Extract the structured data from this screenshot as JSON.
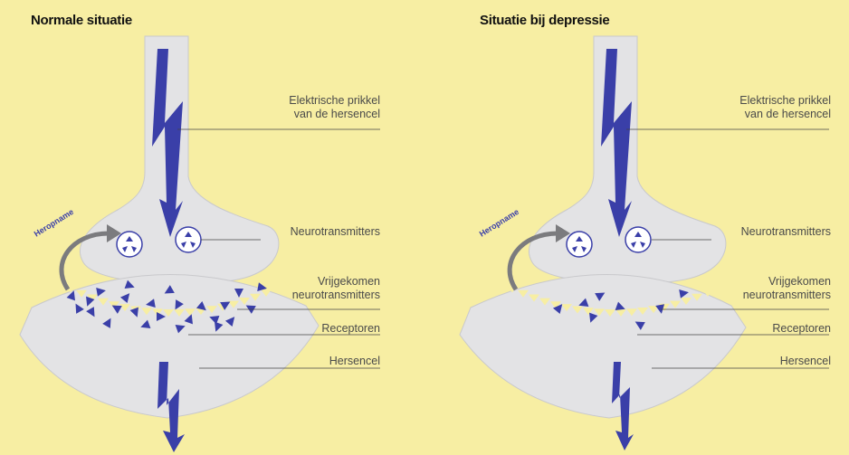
{
  "panels": [
    {
      "title": "Normale situatie",
      "labels": {
        "pulse": [
          "Elektrische prikkel",
          "van de hersencel"
        ],
        "neurotransmitters": "Neurotransmitters",
        "released": [
          "Vrijgekomen",
          "neurotransmitters"
        ],
        "receptors": "Receptoren",
        "brain_cell": "Hersencel",
        "reuptake": "Heropname"
      },
      "state": "normal"
    },
    {
      "title": "Situatie bij depressie",
      "labels": {
        "pulse": [
          "Elektrische prikkel",
          "van de hersencel"
        ],
        "neurotransmitters": "Neurotransmitters",
        "released": [
          "Vrijgekomen",
          "neurotransmitters"
        ],
        "receptors": "Receptoren",
        "brain_cell": "Hersencel",
        "reuptake": "Heropname"
      },
      "state": "depression"
    }
  ],
  "colors": {
    "background": "#f7eea3",
    "cell": "#e3e3e5",
    "cell_outline": "#c9c9cc",
    "lightning": "#3a3fa8",
    "transmitter": "#3a3fa8",
    "leader_line": "#444444"
  }
}
